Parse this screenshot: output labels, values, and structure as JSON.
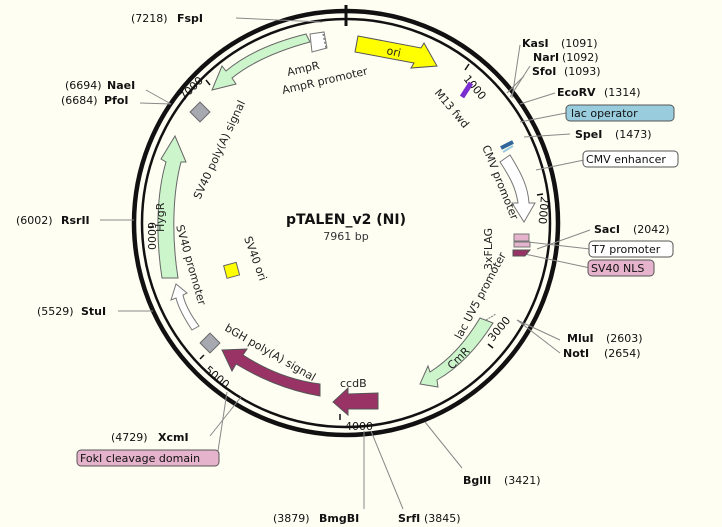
{
  "plasmid": {
    "name": "pTALEN_v2 (NI)",
    "size_label": "7961 bp",
    "length_bp": 7961
  },
  "tick_labels": [
    "1000",
    "2000",
    "3000",
    "4000",
    "5000",
    "6000",
    "7000"
  ],
  "enzymes": [
    {
      "name": "FspI",
      "pos": "(7218)"
    },
    {
      "name": "NaeI",
      "pos": "(6694)"
    },
    {
      "name": "PfoI",
      "pos": "(6684)"
    },
    {
      "name": "RsrII",
      "pos": "(6002)"
    },
    {
      "name": "StuI",
      "pos": "(5529)"
    },
    {
      "name": "XcmI",
      "pos": "(4729)"
    },
    {
      "name": "BmgBI",
      "pos": "(3879)"
    },
    {
      "name": "SrfI",
      "pos": "(3845)"
    },
    {
      "name": "BglII",
      "pos": "(3421)"
    },
    {
      "name": "NotI",
      "pos": "(2654)"
    },
    {
      "name": "MluI",
      "pos": "(2603)"
    },
    {
      "name": "SacI",
      "pos": "(2042)"
    },
    {
      "name": "SpeI",
      "pos": "(1473)"
    },
    {
      "name": "EcoRV",
      "pos": "(1314)"
    },
    {
      "name": "SfoI",
      "pos": "(1093)"
    },
    {
      "name": "NarI",
      "pos": "(1092)"
    },
    {
      "name": "KasI",
      "pos": "(1091)"
    }
  ],
  "features": {
    "ori": "ori",
    "m13": "M13 fwd",
    "cmv_promoter": "CMV promoter",
    "flag": "3xFLAG",
    "lacuv5": "lac UV5 promoter",
    "cmr": "CmR",
    "ccdb": "ccdB",
    "bgh": "bGH poly(A) signal",
    "sv40_promoter": "SV40 promoter",
    "hygr": "HygR",
    "sv40_polya": "SV40 poly(A) signal",
    "ampr": "AmpR",
    "ampr_promoter": "AmpR promoter",
    "sv40_ori": "SV40 ori"
  },
  "callouts": {
    "lac_operator": "lac operator",
    "cmv_enhancer": "CMV enhancer",
    "t7_promoter": "T7 promoter",
    "sv40_nls": "SV40 NLS",
    "foki": "FokI cleavage domain"
  },
  "colors": {
    "ori": "#ffff00",
    "green": "#ccf5cc",
    "maroon": "#993366",
    "grey": "#a6aab0",
    "lac_operator": "#99ccdd",
    "pink": "#e6b3cc"
  }
}
